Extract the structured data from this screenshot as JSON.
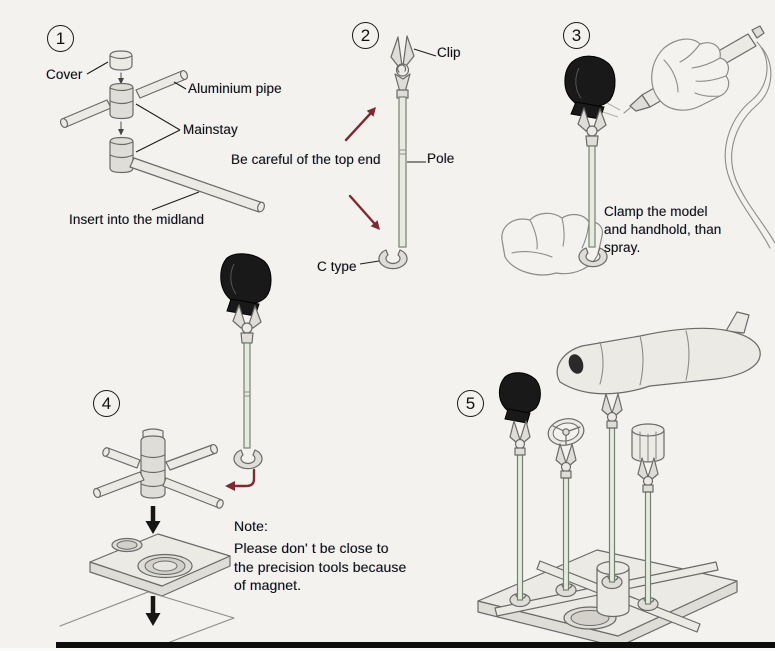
{
  "sheet": {
    "background": "#f3f2ee",
    "ink_color": "#101010",
    "outline_color": "#6a6a6a",
    "accent_arrow_color": "#7d2b33",
    "steps": [
      {
        "number": "1",
        "labels": {
          "cover": "Cover",
          "aluminium_pipe": "Aluminium pipe",
          "mainstay": "Mainstay",
          "insert_midland": "Insert into the midland"
        }
      },
      {
        "number": "2",
        "labels": {
          "clip": "Clip",
          "top_end_warning": "Be careful of the top end",
          "pole": "Pole",
          "c_type": "C type"
        }
      },
      {
        "number": "3",
        "caption": "Clamp the model\nand handhold, than\nspray."
      },
      {
        "number": "4"
      },
      {
        "number": "5"
      }
    ],
    "note": {
      "title": "Note:",
      "body": "Please don' t be close to\nthe precision tools because\nof magnet."
    }
  }
}
